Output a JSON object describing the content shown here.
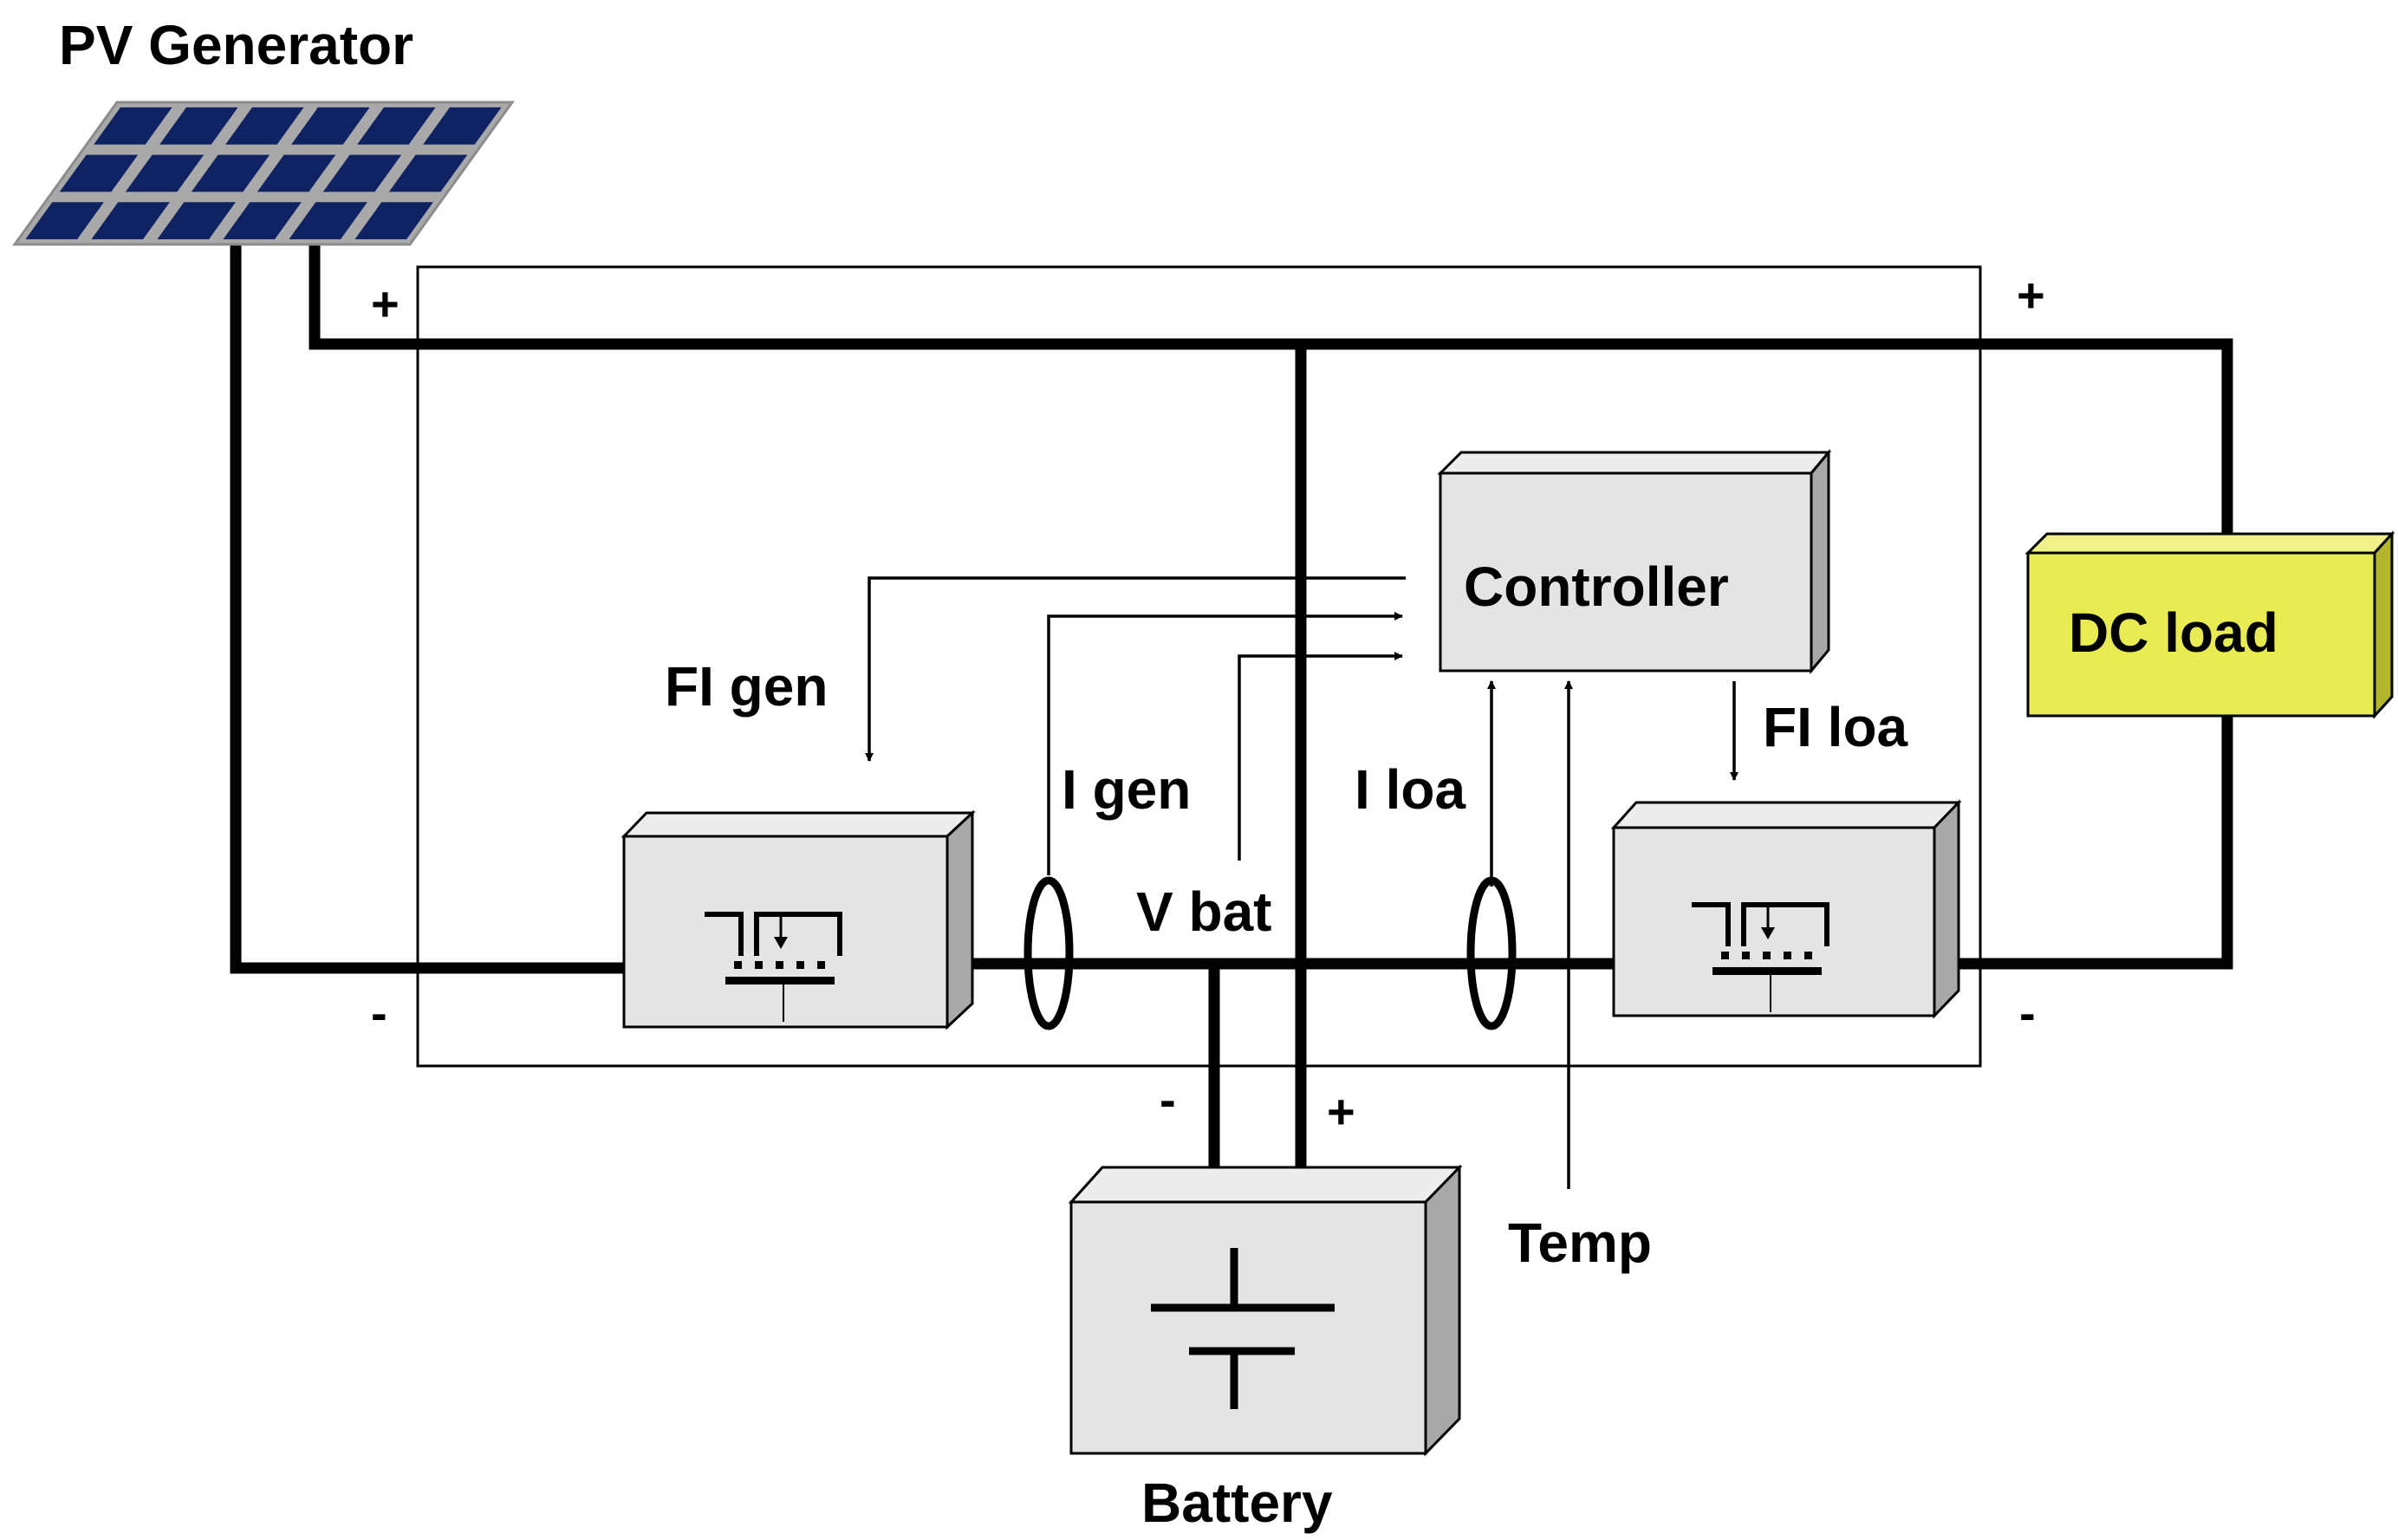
{
  "colors": {
    "wire": "#000000",
    "box_front": "#e4e4e4",
    "box_top": "#ededed",
    "box_side": "#a8a8a8",
    "dc_load_front": "#e8ec52",
    "dc_load_top": "#f0f289",
    "dc_load_side": "#b3b62d",
    "panel_cell": "#0f2363",
    "panel_frame": "#a9a9a9"
  },
  "labels": {
    "pv_generator": "PV Generator",
    "controller": "Controller",
    "dc_load": "DC load",
    "battery": "Battery",
    "fi_gen": "FI gen",
    "i_gen": "I gen",
    "v_bat": "V bat",
    "i_loa": "I loa",
    "fi_loa": "FI loa",
    "temp": "Temp"
  },
  "polarity": {
    "pv_plus": "+",
    "pv_minus": "-",
    "load_plus": "+",
    "load_minus": "-",
    "battery_minus": "-",
    "battery_plus": "+"
  },
  "icons": {
    "pv_panel": "solar-panel-icon",
    "left_switch": "mosfet-switch-icon",
    "right_switch": "mosfet-switch-icon",
    "battery": "battery-symbol-icon",
    "i_gen_sensor": "current-sensor-icon",
    "i_loa_sensor": "current-sensor-icon"
  }
}
